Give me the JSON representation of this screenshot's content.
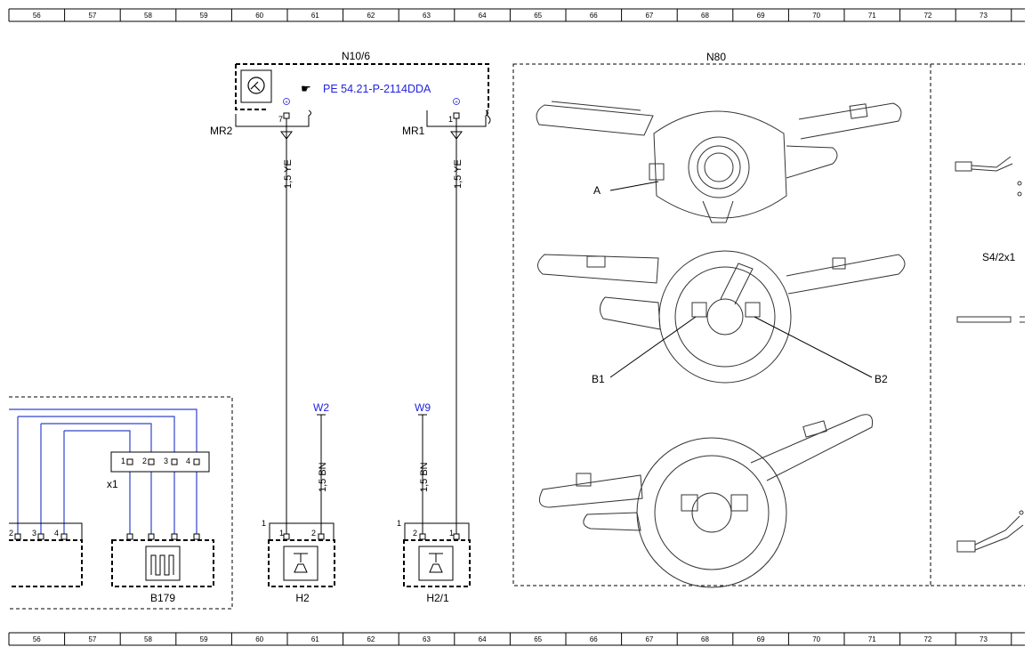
{
  "ruler": {
    "top": [
      "56",
      "57",
      "58",
      "59",
      "60",
      "61",
      "62",
      "63",
      "64",
      "65",
      "66",
      "67",
      "68",
      "69",
      "70",
      "71",
      "72",
      "73"
    ],
    "bottom": [
      "56",
      "57",
      "58",
      "59",
      "60",
      "61",
      "62",
      "63",
      "64",
      "65",
      "66",
      "67",
      "68",
      "69",
      "70",
      "71",
      "72",
      "73"
    ]
  },
  "components": {
    "n10_6": {
      "label": "N10/6",
      "ref_link": "PE 54.21-P-2114DDA",
      "pin_mr2": "7",
      "pin_mr1": "1"
    },
    "n80": {
      "label": "N80",
      "callout_a": "A",
      "callout_b1": "B1",
      "callout_b2": "B2"
    },
    "s4_2x1": {
      "label": "S4/2x1"
    },
    "b179": {
      "label": "B179"
    },
    "h2": {
      "label": "H2",
      "pin1": "1",
      "pin2": "2",
      "conn": "1"
    },
    "h2_1": {
      "label": "H2/1",
      "pin1": "1",
      "pin2": "2",
      "conn": "1"
    },
    "x1": {
      "label": "x1",
      "pins": [
        "1",
        "2",
        "3",
        "4"
      ]
    },
    "left_conn": {
      "pins": [
        "2",
        "3",
        "4"
      ]
    }
  },
  "ground_labels": {
    "mr2": "MR2",
    "mr1": "MR1"
  },
  "wires": {
    "mr2_wire": "1,5 YE",
    "mr1_wire": "1,5 YE",
    "w2_wire": "1,5 BN",
    "w9_wire": "1,5 BN"
  },
  "ground_points": {
    "w2": "W2",
    "w9": "W9"
  },
  "colors": {
    "link": "#2222dd",
    "wire_blue": "#3344cc",
    "line": "#000000"
  }
}
